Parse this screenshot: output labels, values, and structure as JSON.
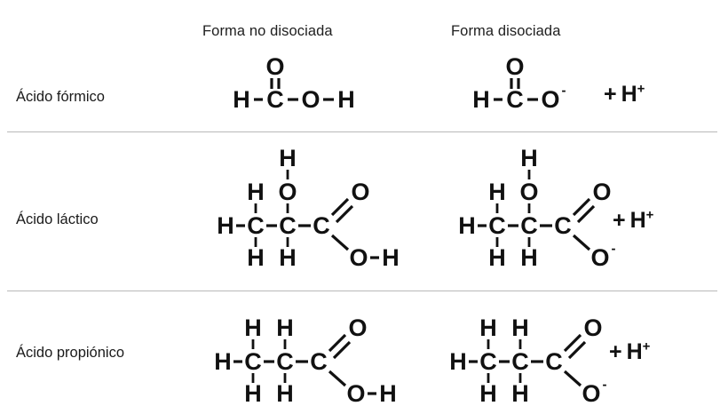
{
  "table": {
    "headers": {
      "row_label_column": "",
      "undissociated": "Forma no disociada",
      "dissociated": "Forma disociada"
    },
    "rows": [
      {
        "name": "Ácido fórmico",
        "undissociated": {
          "formula": "H-C(=O)-O-H",
          "atoms": [
            "H",
            "C",
            "O",
            "O",
            "H"
          ],
          "trailing": ""
        },
        "dissociated": {
          "formula": "H-C(=O)-O⁻",
          "atoms": [
            "H",
            "C",
            "O",
            "O"
          ],
          "charge": "-",
          "trailing": "+ H+"
        }
      },
      {
        "name": "Ácido láctico",
        "undissociated": {
          "formula": "CH3-CH(OH)-COOH",
          "atoms": [
            "H",
            "H",
            "H",
            "O",
            "H",
            "C",
            "C",
            "C",
            "O",
            "O",
            "H",
            "H",
            "H"
          ],
          "trailing": ""
        },
        "dissociated": {
          "formula": "CH3-CH(OH)-COO⁻",
          "atoms": [
            "H",
            "H",
            "H",
            "O",
            "H",
            "C",
            "C",
            "C",
            "O",
            "O",
            "H",
            "H"
          ],
          "charge": "-",
          "trailing": "+ H+"
        }
      },
      {
        "name": "Ácido propiónico",
        "undissociated": {
          "formula": "CH3-CH2-COOH",
          "atoms": [
            "H",
            "H",
            "H",
            "H",
            "C",
            "C",
            "C",
            "O",
            "O",
            "H",
            "H",
            "H"
          ],
          "trailing": ""
        },
        "dissociated": {
          "formula": "CH3-CH2-COO⁻",
          "atoms": [
            "H",
            "H",
            "H",
            "H",
            "C",
            "C",
            "C",
            "O",
            "O",
            "H",
            "H"
          ],
          "charge": "-",
          "trailing": "+ H+"
        }
      }
    ]
  },
  "glyphs": {
    "H": "H",
    "C": "C",
    "O": "O",
    "minus": "-",
    "plus": "+",
    "proton_symbol": "H",
    "proton_charge": "+"
  },
  "colors": {
    "background": "#ffffff",
    "text": "#1a1a1a",
    "atom": "#111111",
    "divider": "#b9b9b9"
  }
}
